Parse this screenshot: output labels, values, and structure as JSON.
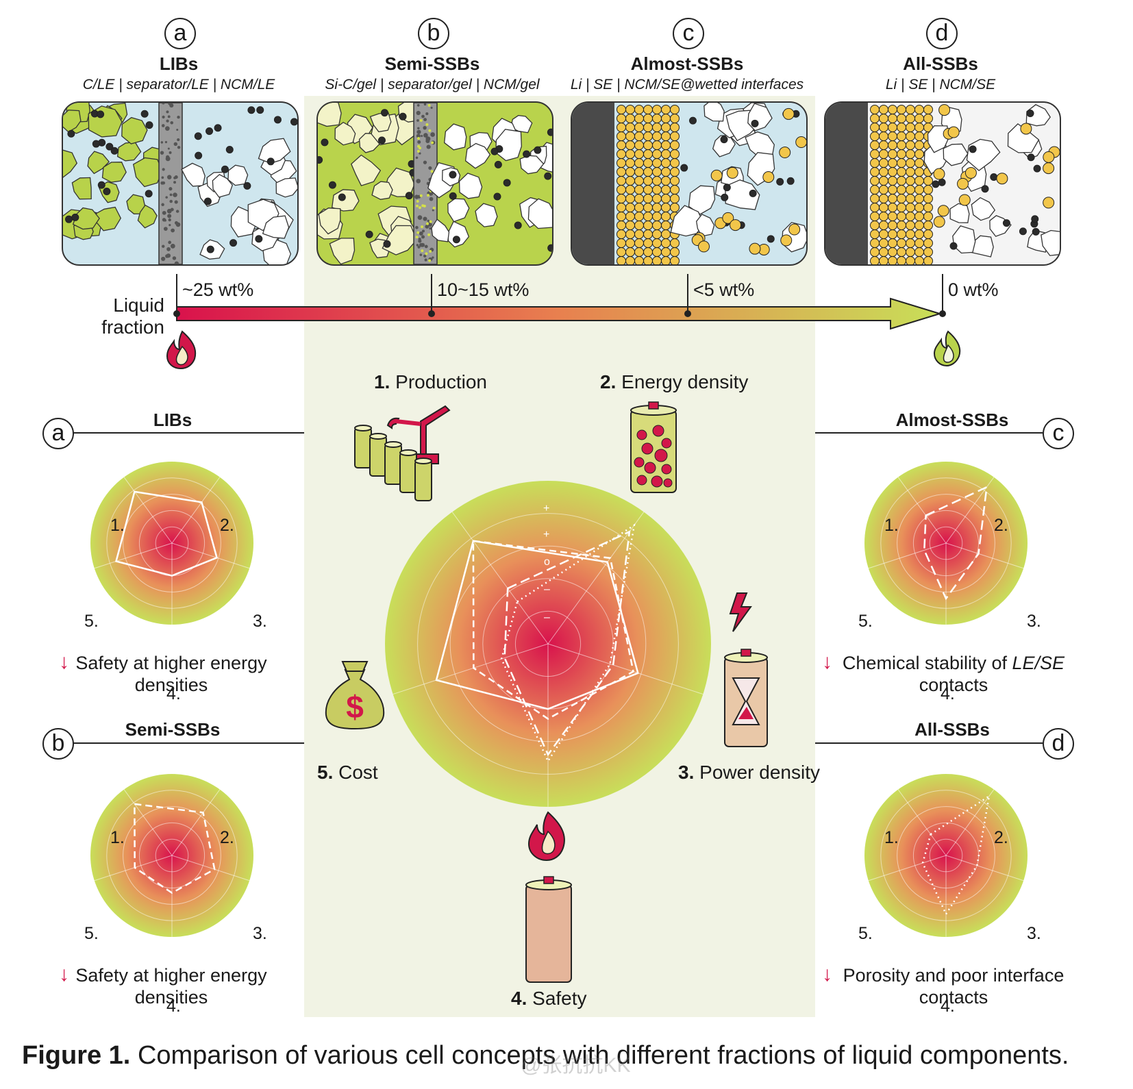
{
  "cells": [
    {
      "badge": "a",
      "title": "LIBs",
      "subtitle": "C/LE | separator/LE | NCM/LE",
      "fraction": "~25 wt%"
    },
    {
      "badge": "b",
      "title": "Semi-SSBs",
      "subtitle": "Si-C/gel | separator/gel | NCM/gel",
      "fraction": "10~15 wt%"
    },
    {
      "badge": "c",
      "title": "Almost-SSBs",
      "subtitle": "Li | SE | NCM/SE@wetted interfaces",
      "fraction": "<5 wt%"
    },
    {
      "badge": "d",
      "title": "All-SSBs",
      "subtitle": "Li | SE | NCM/SE",
      "fraction": "0 wt%"
    }
  ],
  "liquid_fraction_label": [
    "Liquid",
    "fraction"
  ],
  "criteria": [
    {
      "num": "1.",
      "label": "Production"
    },
    {
      "num": "2.",
      "label": "Energy density"
    },
    {
      "num": "3.",
      "label": "Power density"
    },
    {
      "num": "4.",
      "label": "Safety"
    },
    {
      "num": "5.",
      "label": "Cost"
    }
  ],
  "central_scale": [
    "+",
    "+",
    "o",
    "–",
    "–"
  ],
  "radar_axes": [
    "1.",
    "2.",
    "3.",
    "4.",
    "5."
  ],
  "side_panels": [
    {
      "badge": "a",
      "title": "LIBs",
      "note_lines": [
        "Safety at higher energy",
        "densities"
      ],
      "note_italic": ""
    },
    {
      "badge": "b",
      "title": "Semi-SSBs",
      "note_lines": [
        "Safety at higher energy",
        "densities"
      ],
      "note_italic": ""
    },
    {
      "badge": "c",
      "title": "Almost-SSBs",
      "note_lines": [
        "Chemical stability of ",
        "contacts"
      ],
      "note_italic": "LE/SE"
    },
    {
      "badge": "d",
      "title": "All-SSBs",
      "note_lines": [
        "Porosity and poor interface",
        "contacts"
      ],
      "note_italic": ""
    }
  ],
  "caption": {
    "label": "Figure 1.",
    "text": "Comparison of various cell concepts with different fractions of liquid components."
  },
  "watermark": "@张抗抗KK",
  "colors": {
    "accent_red": "#d2174a",
    "green": "#b8d24a",
    "electrolyte_blue": "#cfe6ee",
    "se_yellow": "#f2c64a"
  }
}
